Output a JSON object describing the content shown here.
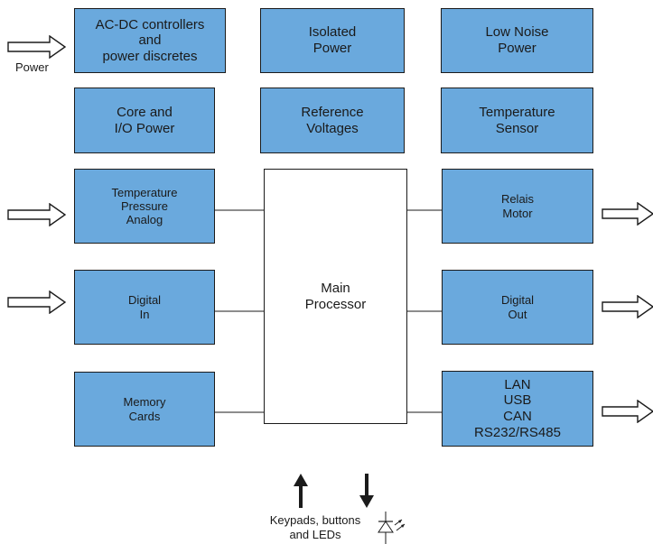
{
  "blocks": {
    "ac_dc": "AC-DC controllers\nand\npower discretes",
    "isolated_power": "Isolated\nPower",
    "low_noise_power": "Low Noise\nPower",
    "core_io_power": "Core and\nI/O Power",
    "reference_voltages": "Reference\nVoltages",
    "temperature_sensor": "Temperature\nSensor",
    "temp_pressure_analog": "Temperature\nPressure\nAnalog",
    "digital_in": "Digital\nIn",
    "memory_cards": "Memory\nCards",
    "relais_motor": "Relais\nMotor",
    "digital_out": "Digital\nOut",
    "comms": "LAN\nUSB\nCAN\nRS232/RS485"
  },
  "processor": {
    "label": "Main\nProcessor"
  },
  "labels": {
    "power": "Power",
    "keypads": "Keypads, buttons\nand LEDs"
  },
  "colors": {
    "block_fill": "#6aa9dd",
    "border": "#1b1b1b",
    "background": "#ffffff"
  },
  "icons": {
    "input_arrow": "hollow-right-arrow",
    "output_arrow": "hollow-right-arrow",
    "up_arrow": "solid-up-arrow",
    "down_arrow": "solid-down-arrow",
    "led": "led-diode-symbol"
  }
}
